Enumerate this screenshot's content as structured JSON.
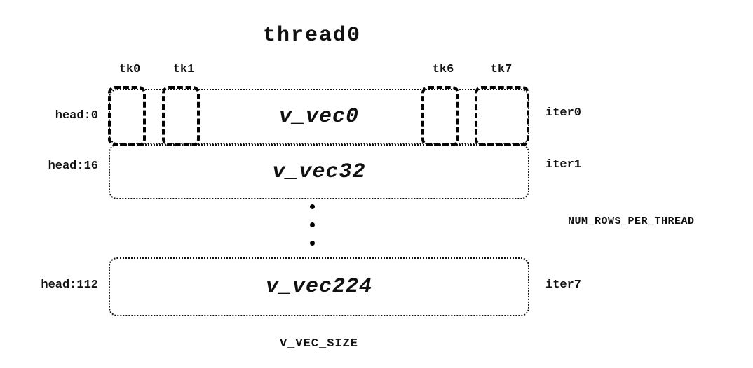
{
  "title": "thread0",
  "tk_labels": [
    "tk0",
    "tk1",
    "tk6",
    "tk7"
  ],
  "rows": [
    {
      "head": "head:0",
      "vec": "v_vec0",
      "iter": "iter0"
    },
    {
      "head": "head:16",
      "vec": "v_vec32",
      "iter": "iter1"
    },
    {
      "head": "head:112",
      "vec": "v_vec224",
      "iter": "iter7"
    }
  ],
  "right_annotation": "NUM_ROWS_PER_THREAD",
  "bottom_annotation": "V_VEC_SIZE",
  "colors": {
    "ink": "#111111",
    "box_border": "#000000",
    "background": "#ffffff"
  }
}
